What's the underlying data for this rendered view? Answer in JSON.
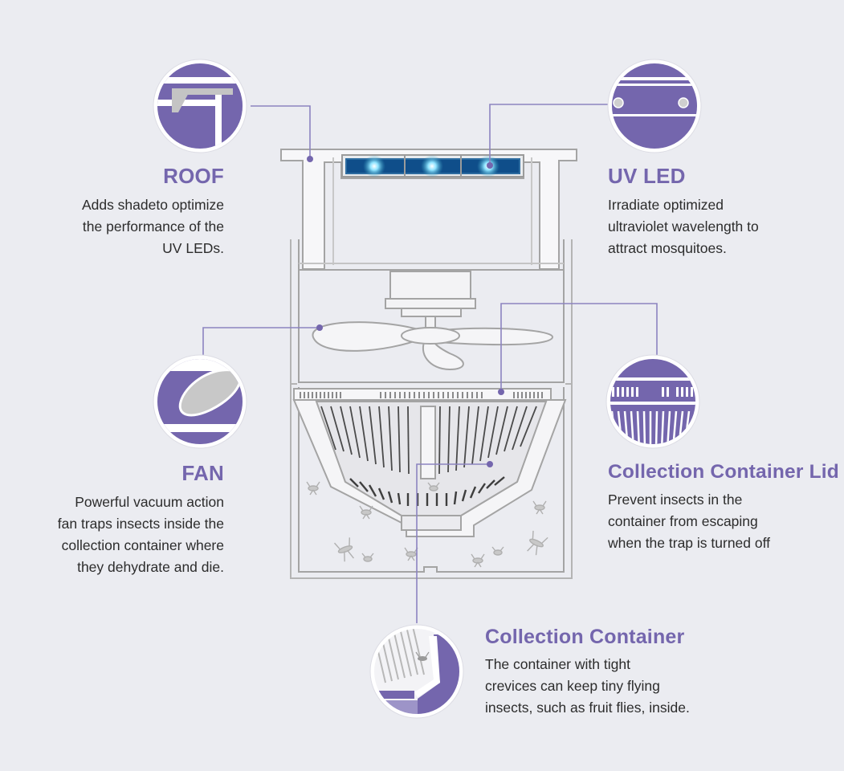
{
  "colors": {
    "background": "#ebecf1",
    "accent": "#7466ad",
    "accent_light": "#9a90c8",
    "line": "#8c84c0",
    "outline": "#a4a4a4",
    "text": "#2c2c2c",
    "led_glow": "#2f95b8"
  },
  "callouts": {
    "roof": {
      "title": "ROOF",
      "lines": [
        "Adds shadeto optimize",
        "the performance of the",
        "UV LEDs."
      ]
    },
    "uv_led": {
      "title": "UV LED",
      "lines": [
        "Irradiate optimized",
        "ultraviolet wavelength to",
        "attract mosquitoes."
      ]
    },
    "fan": {
      "title": "FAN",
      "lines": [
        "Powerful vacuum action",
        "fan traps insects inside the",
        "collection container where",
        "they dehydrate and die."
      ]
    },
    "lid": {
      "title": "Collection Container Lid",
      "lines": [
        "Prevent insects in the",
        "container from escaping",
        "when the trap is turned off"
      ]
    },
    "container": {
      "title": "Collection Container",
      "lines": [
        "The container with tight",
        "crevices can keep tiny flying",
        "insects, such as fruit flies, inside."
      ]
    }
  },
  "icons": [
    "roof-detail-icon",
    "uv-led-detail-icon",
    "fan-blade-detail-icon",
    "container-lid-detail-icon",
    "collection-container-detail-icon"
  ]
}
